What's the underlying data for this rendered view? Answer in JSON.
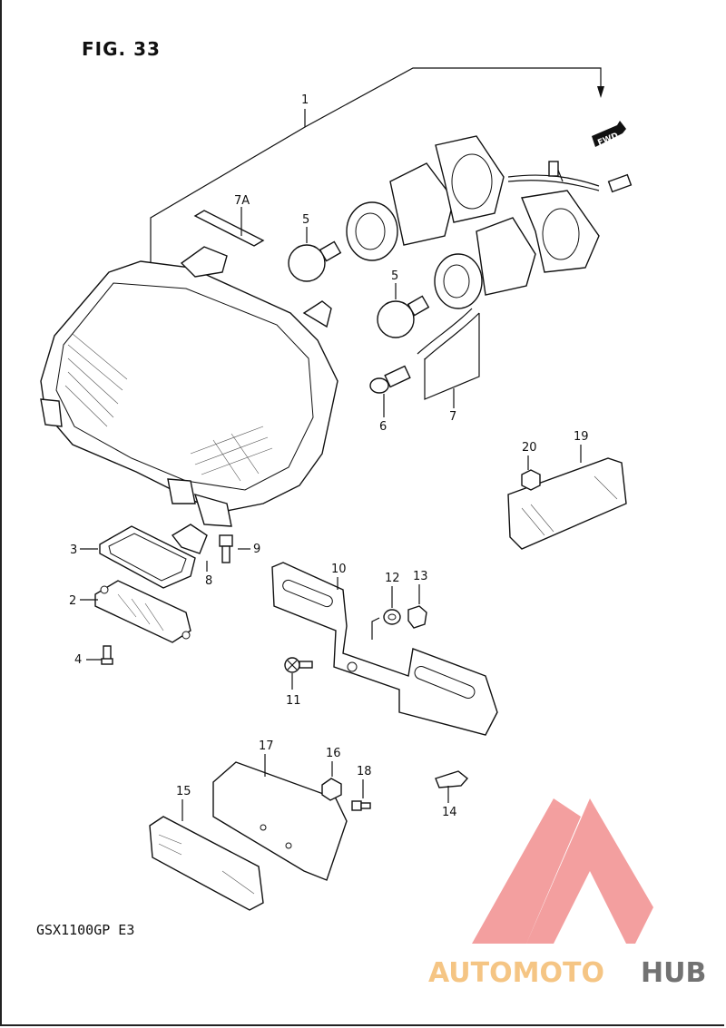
{
  "figure": {
    "title": "FIG. 33",
    "model_code": "GSX1100GP  E3",
    "direction_tag": "FWD"
  },
  "callouts": [
    "1",
    "2",
    "3",
    "4",
    "5",
    "5",
    "6",
    "7",
    "7A",
    "8",
    "9",
    "10",
    "11",
    "12",
    "13",
    "14",
    "15",
    "16",
    "17",
    "18",
    "19",
    "20"
  ],
  "watermark": {
    "word_a": "AUTOMOTO",
    "word_b": "HUB",
    "color_a": "#f2b25c",
    "color_b": "#444444",
    "logo_color": "#f08080"
  }
}
